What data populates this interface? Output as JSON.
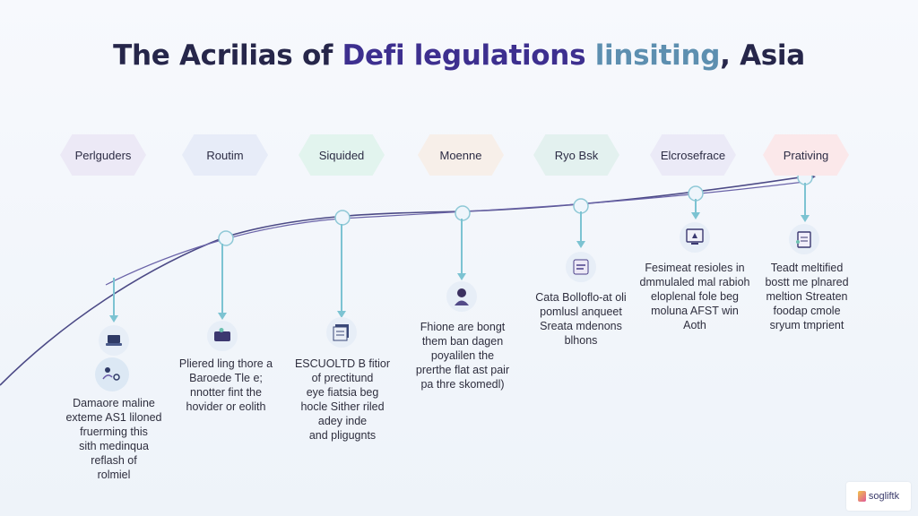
{
  "title": {
    "part1": "The Acrilias of ",
    "part2": "Defi ",
    "part3": "legulations ",
    "part4": "linsiting",
    "part5": ", Asia"
  },
  "stages": [
    {
      "label": "Perlguders",
      "color": "#ece9f6",
      "desc": "Damaore maline\nexteme AS1 liloned\nfruerming this\nsith medinqua\nreflash of\nrolmiel",
      "icon": "laptop-icon"
    },
    {
      "label": "Routim",
      "color": "#e7ecf8",
      "desc": "Pliered ling thore a\nBaroede Tle e;\nnnotter fint the\nhovider or eolith",
      "icon": "wallet-icon"
    },
    {
      "label": "Siquided",
      "color": "#e2f4ee",
      "desc": "ESCUOLTD B fitior\nof prectitund\neye fiatsia beg\nhocle Sither riled\nadey inde\nand pligugnts",
      "icon": "document-stack-icon"
    },
    {
      "label": "Moenne",
      "color": "#f7efe9",
      "desc": "Fhione are bongt\nthem ban dagen\npoyalilen the\nprerthe flat ast pair\npa thre skomedl)",
      "icon": "person-icon"
    },
    {
      "label": "Ryo Bsk",
      "color": "#e3f1ef",
      "desc": "Cata Bolloflo-at oli\npomlusl anqueet\nSreata mdenons\nblhons",
      "icon": "form-icon"
    },
    {
      "label": "Elcrosefrace",
      "color": "#ebeaf7",
      "desc": "Fesimeat resioles in\ndmmulaled mal rabioh\neloplenal fole beg\nmoluna AFST win\nAoth",
      "icon": "monitor-icon"
    },
    {
      "label": "Prativing",
      "color": "#fbe8ea",
      "desc": "Teadt meltified\nbostt me plnared\nmeltion Streaten\nfoodap cmole\nsryum tmprient",
      "icon": "clipboard-icon"
    }
  ],
  "logo": {
    "text": "sogliftk"
  }
}
